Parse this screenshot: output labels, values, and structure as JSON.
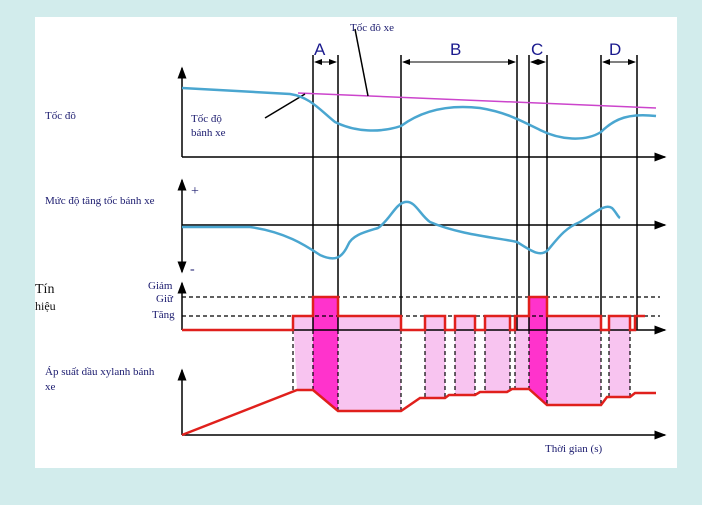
{
  "labels": {
    "vehicle_speed": "Tốc đô xe",
    "speed": "Tốc đô",
    "wheel_speed_1": "Tốc độ",
    "wheel_speed_2": "bánh xe",
    "wheel_accel": "Mức độ tăng tốc bánh xe",
    "plus": "+",
    "minus": "-",
    "signal_1": "Tín",
    "signal_2": "hiệu",
    "decrease": "Giảm",
    "hold": "Giữ",
    "increase": "Tăng",
    "pressure_1": "Áp suất dầu xylanh bánh",
    "pressure_2": "xe",
    "time": "Thời gian (s)"
  },
  "phases": [
    "A",
    "B",
    "C",
    "D"
  ],
  "colors": {
    "background": "#d2ecec",
    "curve": "#4aa6d0",
    "vehicle": "#cc44cc",
    "signal": "#e0201c",
    "fill_light": "#f8c4f0",
    "fill_strong": "#ff33cc"
  }
}
